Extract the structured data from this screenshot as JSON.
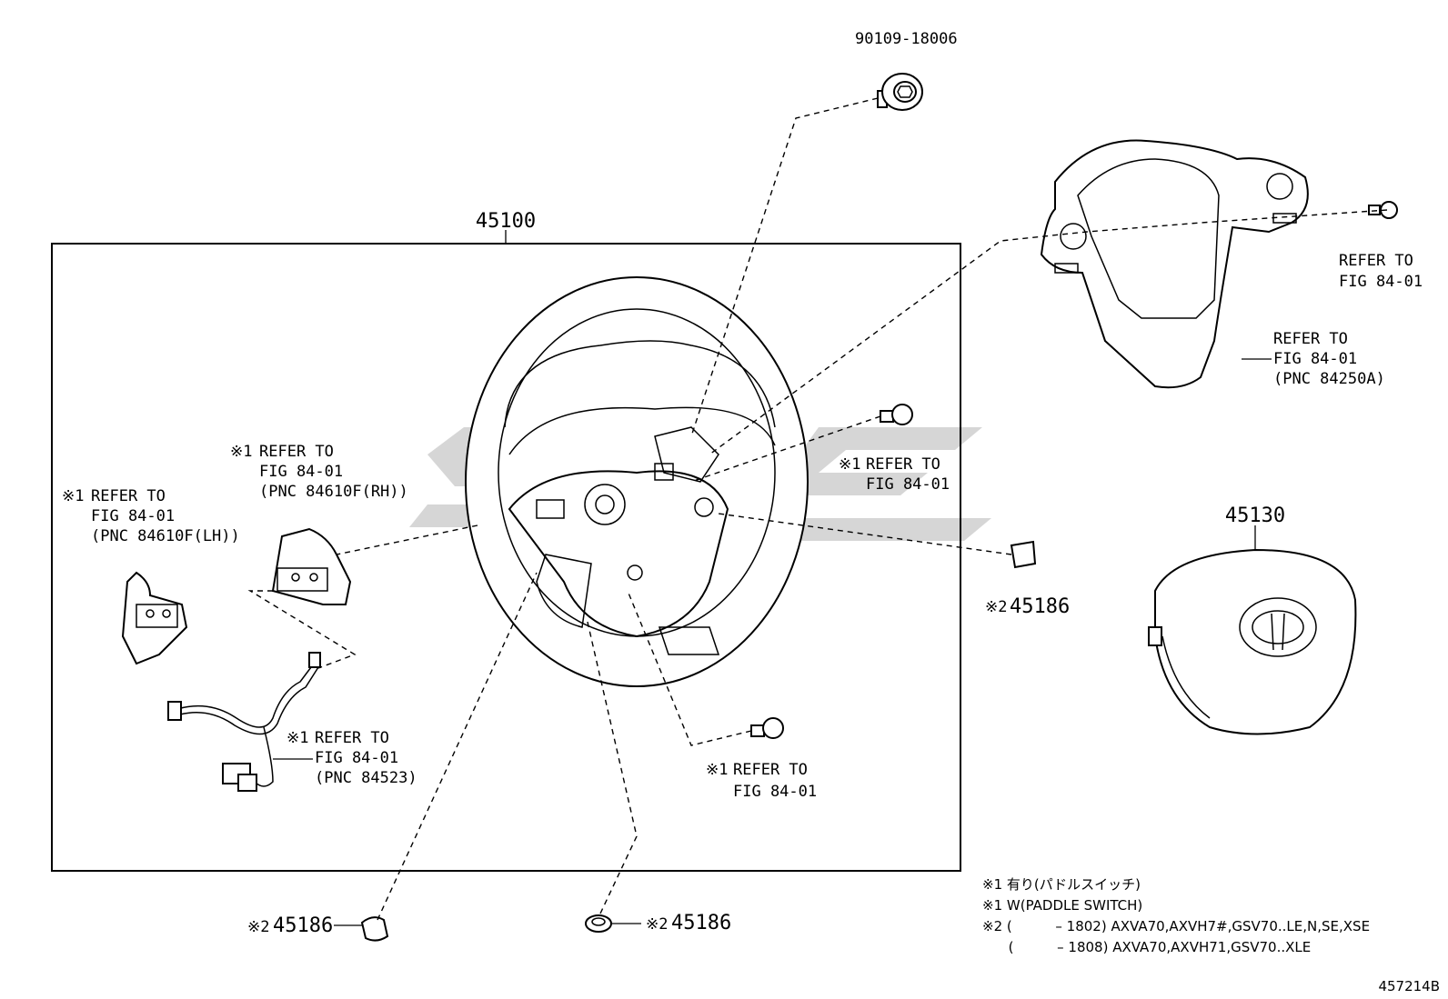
{
  "diagram": {
    "assembly_box_label": "45100",
    "bolt_top": "90109-18006",
    "airbag_label": "45130",
    "refs": {
      "cover_ref_1": "REFER TO",
      "cover_ref_2": "FIG 84-01",
      "bezel_ref_1": "REFER TO",
      "bezel_ref_2": "FIG 84-01",
      "bezel_ref_3": "(PNC 84250A)",
      "mid_bolt_mark": "※1",
      "mid_bolt_1": "REFER TO",
      "mid_bolt_2": "FIG 84-01",
      "lower_bolt_mark": "※1",
      "lower_bolt_1": "REFER TO",
      "lower_bolt_2": "FIG 84-01",
      "paddle_rh_mark": "※1",
      "paddle_rh_1": "REFER TO",
      "paddle_rh_2": "FIG 84-01",
      "paddle_rh_3": "(PNC 84610F(RH))",
      "paddle_lh_mark": "※1",
      "paddle_lh_1": "REFER TO",
      "paddle_lh_2": "FIG 84-01",
      "paddle_lh_3": "(PNC 84610F(LH))",
      "harness_mark": "※1",
      "harness_1": "REFER TO",
      "harness_2": "FIG 84-01",
      "harness_3": "(PNC 84523)"
    },
    "plugs": {
      "right_mark": "※2",
      "right_num": "45186",
      "bottom_left_mark": "※2",
      "bottom_left_num": "45186",
      "bottom_mid_mark": "※2",
      "bottom_mid_num": "45186"
    },
    "notes": [
      "※1 有り(パドルスイッチ)",
      "※1 W(PADDLE SWITCH)",
      "※2 (          – 1802) AXVA70,AXVH7#,GSV70..LE,N,SE,XSE",
      "      (          – 1808) AXVA70,AXVH71,GSV70..XLE"
    ],
    "drawing_id": "457214B"
  }
}
